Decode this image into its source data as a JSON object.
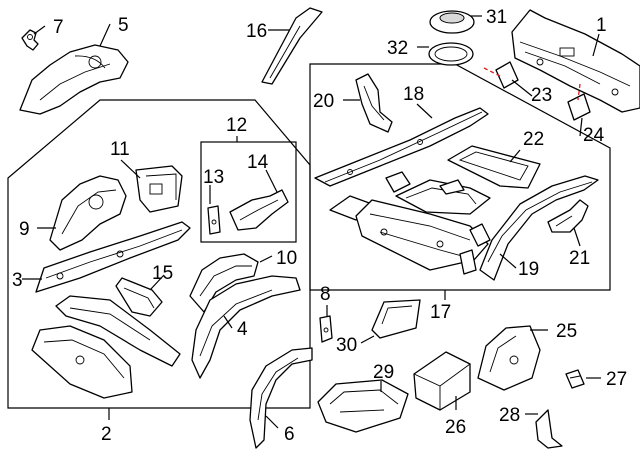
{
  "callouts": {
    "c1": "1",
    "c2": "2",
    "c3": "3",
    "c4": "4",
    "c5": "5",
    "c6": "6",
    "c7": "7",
    "c8": "8",
    "c9": "9",
    "c10": "10",
    "c11": "11",
    "c12": "12",
    "c13": "13",
    "c14": "14",
    "c15": "15",
    "c16": "16",
    "c17": "17",
    "c18": "18",
    "c19": "19",
    "c20": "20",
    "c21": "21",
    "c22": "22",
    "c23": "23",
    "c24": "24",
    "c25": "25",
    "c26": "26",
    "c27": "27",
    "c28": "28",
    "c29": "29",
    "c30": "30",
    "c31": "31",
    "c32": "32"
  },
  "colors": {
    "line": "#000000",
    "highlight": "#e01818",
    "fill": "#ffffff",
    "shade": "#d9d9d9"
  }
}
